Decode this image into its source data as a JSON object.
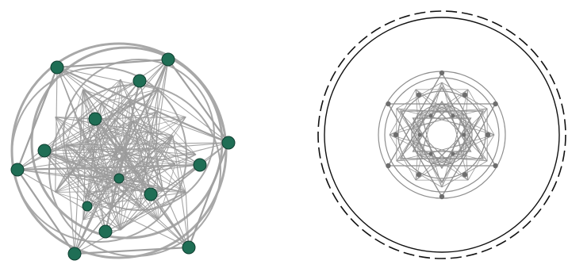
{
  "figure": {
    "panels": [
      {
        "id": "left",
        "node_count": 14,
        "style": "3d-node-graph",
        "colors": {
          "node": "#1f6e55",
          "edge": "#9a9a9a",
          "outline": "#a8a8a8"
        }
      },
      {
        "id": "right",
        "style": "concentric-projection",
        "colors": {
          "edge": "#8e8e8e",
          "node": "#6e6e6e",
          "outer_circle": "#111111"
        }
      }
    ]
  }
}
